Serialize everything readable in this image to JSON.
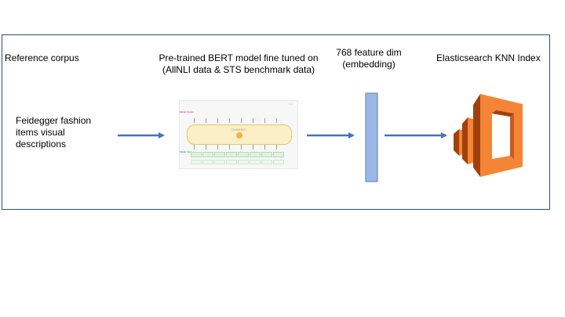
{
  "labels": {
    "reference_corpus": "Reference corpus",
    "feidegger": "Feidegger fashion\nitems visual\ndescriptions",
    "bert_title": "Pre-trained BERT model fine tuned on\n(AllNLI data & STS benchmark data)",
    "feature_dim": "768 feature dim\n(embedding)",
    "elasticsearch": "Elasticsearch KNN Index"
  },
  "bert_image": {
    "center_label": "DistilBERT",
    "model_output_label": "Model\nOutput",
    "model_input_label": "Model\nInput"
  },
  "colors": {
    "frame_border": "#2f4d6e",
    "arrow": "#4472c4",
    "embedding_bar": "#9ab7e8",
    "embedding_border": "#5a7fb8",
    "es_orange": "#f58536",
    "es_dark": "#a0410d"
  }
}
